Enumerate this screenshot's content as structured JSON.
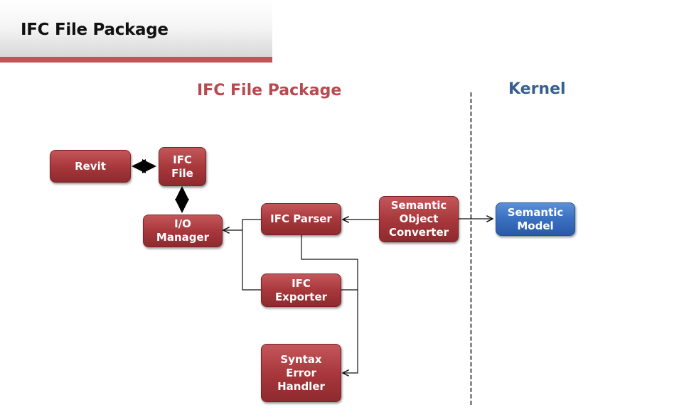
{
  "header": {
    "title": "IFC File Package",
    "accent_color": "#c65156"
  },
  "sections": {
    "left": "IFC File Package",
    "right": "Kernel"
  },
  "boxes": {
    "revit": "Revit",
    "ifc_file": "IFC\nFile",
    "io_manager": "I/O\nManager",
    "ifc_parser": "IFC Parser",
    "semantic_object_converter": "Semantic\nObject\nConverter",
    "semantic_model": "Semantic\nModel",
    "ifc_exporter": "IFC\nExporter",
    "syntax_error_handler": "Syntax\nError\nHandler"
  },
  "colors": {
    "module": "#a8383c",
    "kernel_module": "#3a6fc0",
    "left_title": "#b84a4f",
    "right_title": "#376092"
  }
}
